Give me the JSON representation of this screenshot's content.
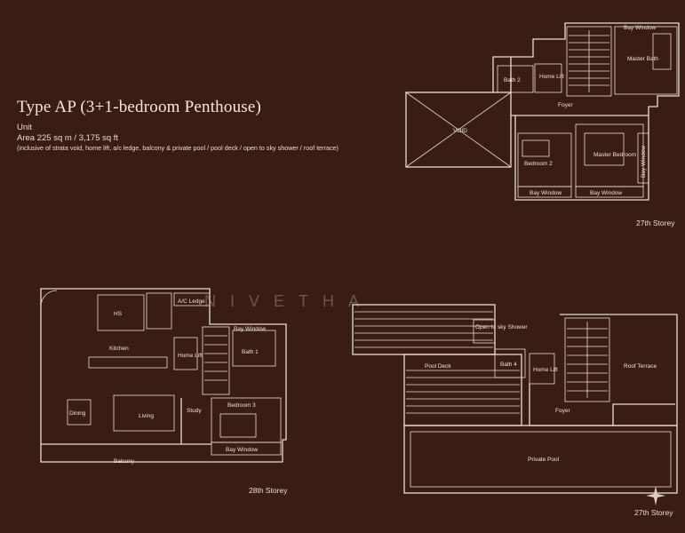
{
  "header": {
    "title": "Type AP (3+1-bedroom Penthouse)",
    "unit_label": "Unit",
    "area_text": "Area    225 sq m / 3,175 sq ft",
    "inclusive_note": "(inclusive of strata void, home lift, a/c ledge, balcony & private pool / pool deck / open to sky shower / roof terrace)"
  },
  "watermark": "NIVETHA",
  "storeys": {
    "top_right": "27th Storey",
    "bottom_left": "28th Storey",
    "bottom_right": "27th Storey"
  },
  "rooms_27_upper": {
    "void": "VOID",
    "bath2": "Bath 2",
    "home_lift": "Home Lift",
    "bay_window_top": "Bay Window",
    "master_bath": "Master Bath",
    "foyer": "Foyer",
    "bedroom2": "Bedroom 2",
    "master_bedroom": "Master Bedroom",
    "bay_window_1": "Bay Window",
    "bay_window_2": "Bay Window",
    "bay_window_side": "Bay Window"
  },
  "rooms_28": {
    "hs": "HS",
    "ac_ledge": "A/C Ledge",
    "kitchen": "Kitchen",
    "bay_window_top": "Bay Window",
    "bath1": "Bath 1",
    "home_lift": "Home Lift",
    "dining": "Dining",
    "living": "Living",
    "study": "Study",
    "bedroom3": "Bedroom 3",
    "bay_window": "Bay Window",
    "balcony": "Balcony"
  },
  "rooms_27_lower": {
    "open_sky_shower": "Open to sky Shower",
    "pool_deck": "Pool Deck",
    "bath4": "Bath 4",
    "home_lift": "Home Lift",
    "foyer": "Foyer",
    "roof_terrace": "Roof Terrace",
    "private_pool": "Private Pool"
  }
}
